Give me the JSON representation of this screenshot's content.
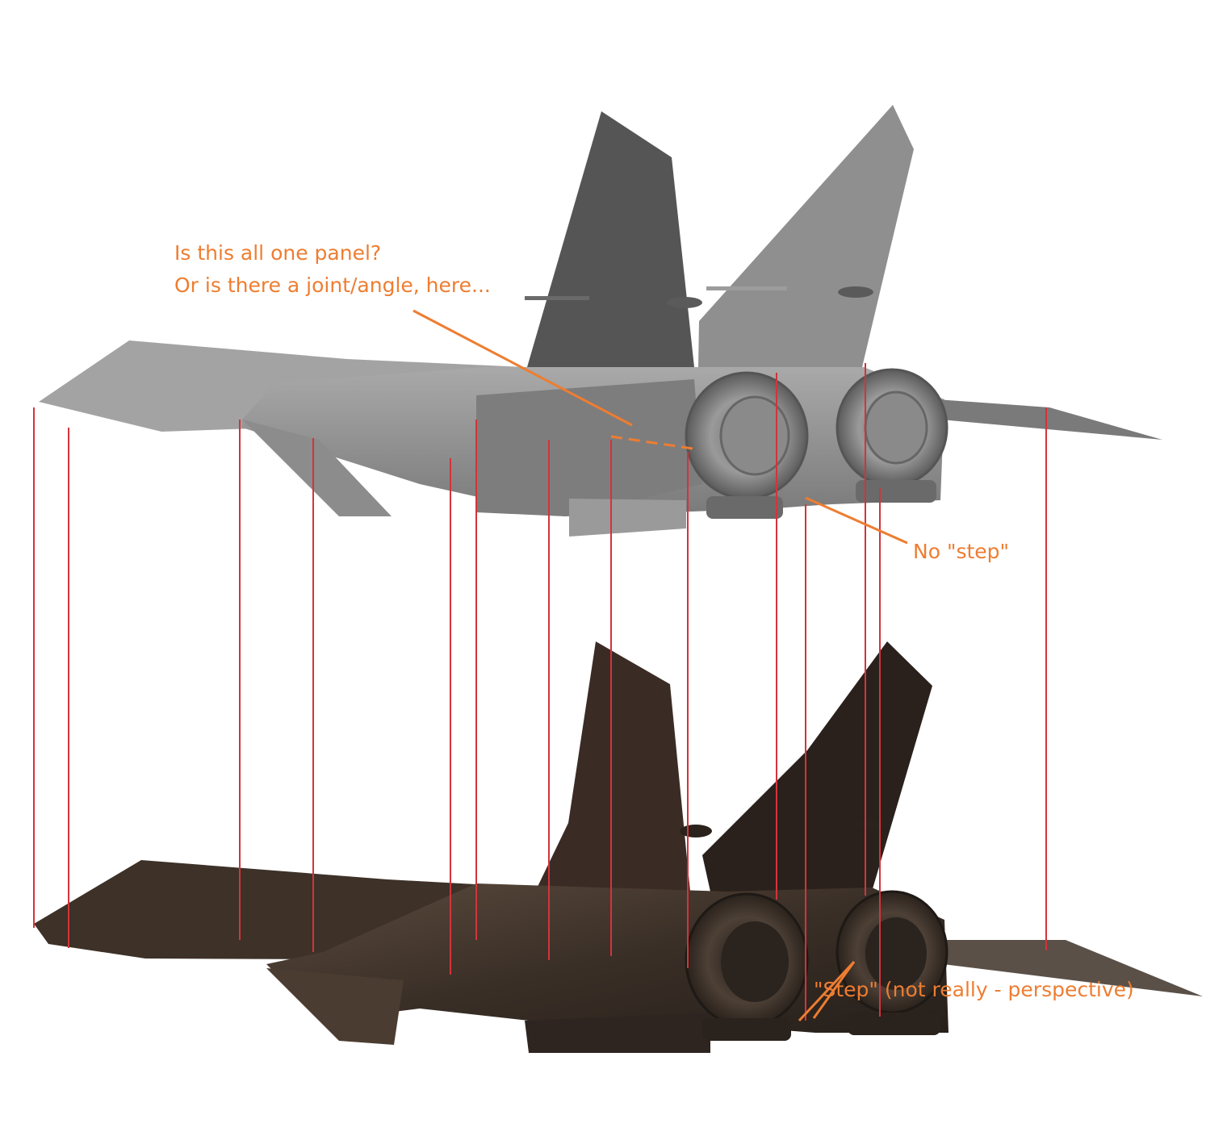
{
  "annotations": {
    "panel_question_line1": "Is this all one panel?",
    "panel_question_line2": "Or is there a joint/angle, here...",
    "no_step": "No \"step\"",
    "step": "\"Step\" (not really - perspective)"
  },
  "colors": {
    "annotation": "#ee7d31",
    "guide_line": "#d2343c",
    "render_light": "#9a9a9a",
    "render_mid": "#7e7e7e",
    "render_dark": "#545454",
    "photo_dark": "#2b231e",
    "photo_mid": "#4a3b30",
    "photo_light": "#6d5a4b"
  },
  "figures": {
    "top": "grey-3d-render-aircraft-rear-view",
    "bottom": "photo-aircraft-rear-view"
  }
}
